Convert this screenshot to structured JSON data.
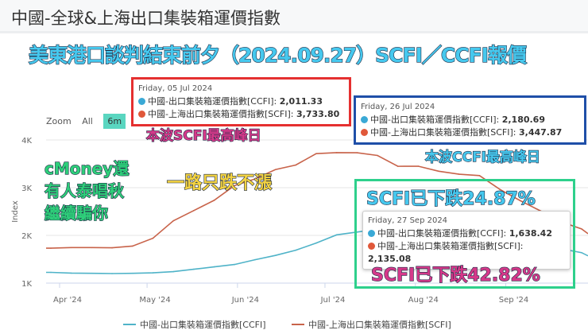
{
  "header": {
    "title": "中國-全球&上海出口集裝箱運價指數"
  },
  "banner": "美東港口談判結束前夕（2024.09.27）SCFI／CCFI報價",
  "zoom": {
    "label": "Zoom",
    "options": [
      "All",
      "6m"
    ],
    "active": "6m"
  },
  "annotations": {
    "scfi_peak": "本波SCFI最高峰日",
    "ccfi_peak": "本波CCFI最高峰日",
    "cmoney": [
      "cMoney還",
      "有人泰唱秋",
      "繼續騙你"
    ],
    "down": "一路只跌不漲",
    "ccfi_drop": "SCFI已下跌24.87%",
    "scfi_drop": "SCFI已下跌42.82%"
  },
  "tooltips": [
    {
      "date": "Friday, 05 Jul 2024",
      "ccfi_label": "中國-出口集裝箱運價指數[CCFI]:",
      "ccfi": "2,011.33",
      "scfi_label": "中國-上海出口集裝箱運價指數[SCFI]:",
      "scfi": "3,733.80"
    },
    {
      "date": "Friday, 26 Jul 2024",
      "ccfi_label": "中國-出口集裝箱運價指數[CCFI]:",
      "ccfi": "2,180.69",
      "scfi_label": "中國-上海出口集裝箱運價指數[SCFI]:",
      "scfi": "3,447.87"
    },
    {
      "date": "Friday, 27 Sep 2024",
      "ccfi_label": "中國-出口集裝箱運價指數[CCFI]:",
      "ccfi": "1,638.42",
      "scfi_label": "中國-上海出口集裝箱運價指數[SCFI]:",
      "scfi": "2,135.08"
    }
  ],
  "colors": {
    "ccfi": "#4fb3c8",
    "scfi": "#c8634a",
    "red_box": "#e53030",
    "blue_box": "#1f4fa8",
    "green_box": "#2ed08c"
  },
  "chart_data": {
    "type": "line",
    "ylabel": "Index",
    "ylim": [
      1000,
      4000
    ],
    "yticks": [
      "1K",
      "2K",
      "3K",
      "4K"
    ],
    "xticks": [
      "Apr '24",
      "May '24",
      "Jun '24",
      "Jul '24",
      "Aug '24",
      "Sep '24"
    ],
    "grid": true,
    "legend": "bottom",
    "x": [
      "2024-03-29",
      "2024-04-05",
      "2024-04-12",
      "2024-04-19",
      "2024-04-26",
      "2024-05-03",
      "2024-05-10",
      "2024-05-17",
      "2024-05-24",
      "2024-05-31",
      "2024-06-07",
      "2024-06-14",
      "2024-06-21",
      "2024-06-28",
      "2024-07-05",
      "2024-07-12",
      "2024-07-19",
      "2024-07-26",
      "2024-08-02",
      "2024-08-09",
      "2024-08-16",
      "2024-08-23",
      "2024-08-30",
      "2024-09-06",
      "2024-09-13",
      "2024-09-20",
      "2024-09-27"
    ],
    "series": [
      {
        "name": "中國-出口集裝箱運價指數[CCFI]",
        "values": [
          1225,
          1210,
          1205,
          1200,
          1205,
          1215,
          1240,
          1290,
          1340,
          1390,
          1490,
          1580,
          1690,
          1840,
          2011,
          2070,
          2130,
          2181,
          2160,
          2130,
          2090,
          2040,
          1960,
          1880,
          1800,
          1720,
          1638
        ]
      },
      {
        "name": "中國-上海出口集裝箱運價指數[SCFI]",
        "values": [
          1732,
          1745,
          1745,
          1740,
          1776,
          1940,
          2305,
          2520,
          2735,
          3044,
          3184,
          3379,
          3475,
          3714,
          3734,
          3733,
          3675,
          3448,
          3450,
          3345,
          3282,
          3253,
          2963,
          2727,
          2510,
          2284,
          2135
        ]
      }
    ]
  }
}
